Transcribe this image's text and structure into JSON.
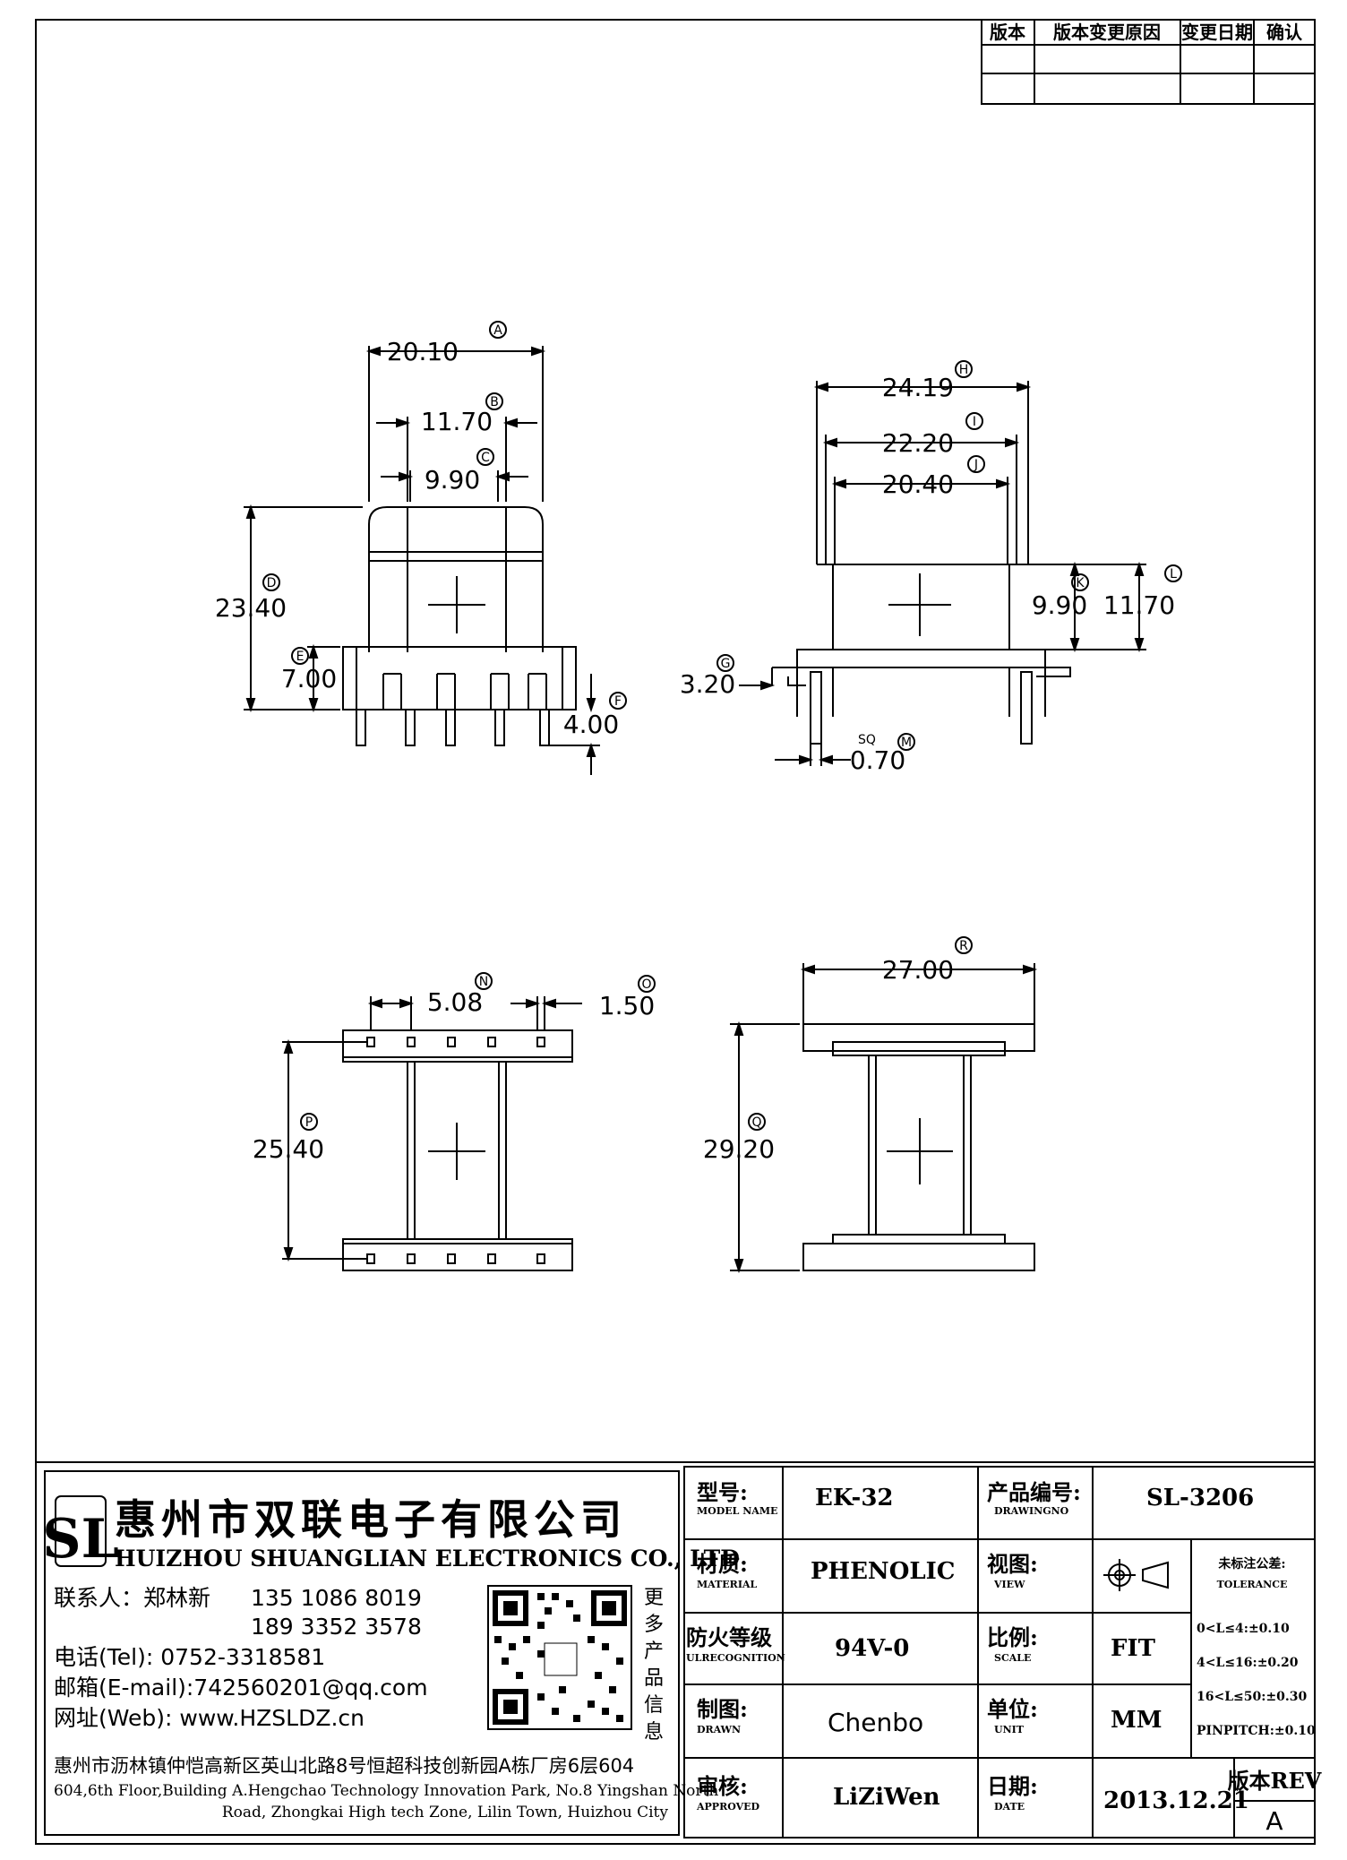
{
  "revision_table": {
    "headers": [
      "版本",
      "版本变更原因",
      "变更日期",
      "确认"
    ]
  },
  "dimensions": {
    "A": "20.10",
    "B": "11.70",
    "C": "9.90",
    "D": "23.40",
    "E": "7.00",
    "F": "4.00",
    "H": "24.19",
    "I": "22.20",
    "J": "20.40",
    "K": "9.90",
    "L": "11.70",
    "G": "3.20",
    "M": "0.70",
    "sq": "SQ",
    "N": "5.08",
    "O": "1.50",
    "P": "25.40",
    "R": "27.00",
    "Q": "29.20"
  },
  "tags": [
    "A",
    "B",
    "C",
    "D",
    "E",
    "F",
    "G",
    "H",
    "I",
    "J",
    "K",
    "L",
    "M",
    "N",
    "O",
    "P",
    "Q",
    "R"
  ],
  "company": {
    "logo": "SL",
    "name_cn": "惠州市双联电子有限公司",
    "name_en": "HUIZHOU SHUANGLIAN ELECTRONICS CO., LTD",
    "contact_label": "联系人：郑林新",
    "phone1": "135 1086 8019",
    "phone2": "189 3352 3578",
    "tel": "电话(Tel): 0752-3318581",
    "email": "邮箱(E-mail):742560201@qq.com",
    "web": "网址(Web): www.HZSLDZ.cn",
    "more_info": [
      "更",
      "多",
      "产",
      "品",
      "信",
      "息"
    ],
    "address_cn": "惠州市沥林镇仲恺高新区英山北路8号恒超科技创新园A栋厂房6层604",
    "address_en_1": "604,6th Floor,Building A.Hengchao Technology Innovation Park, No.8 Yingshan North",
    "address_en_2": "Road, Zhongkai High tech Zone, Lilin Town, Huizhou City"
  },
  "title_block": {
    "model_label": "型号:",
    "model_sub": "MODEL NAME",
    "model_value": "EK-32",
    "product_label": "产品编号:",
    "product_sub": "DRAWINGNO",
    "product_value": "SL-3206",
    "material_label": "材质:",
    "material_sub": "MATERIAL",
    "material_value": "PHENOLIC",
    "view_label": "视图:",
    "view_sub": "VIEW",
    "tolerance_label": "未标注公差:",
    "tolerance_sub": "TOLERANCE",
    "fire_label": "防火等级",
    "fire_sub": "ULRECOGNITION",
    "fire_value": "94V-0",
    "scale_label": "比例:",
    "scale_sub": "SCALE",
    "scale_value": "FIT",
    "tol1": "0<L≤4:±0.10",
    "tol2": "4<L≤16:±0.20",
    "tol3": "16<L≤50:±0.30",
    "tol4": "PINPITCH:±0.10",
    "drawn_label": "制图:",
    "drawn_sub": "DRAWN",
    "drawn_value": "Chenbo",
    "unit_label": "单位:",
    "unit_sub": "UNIT",
    "unit_value": "MM",
    "approved_label": "审核:",
    "approved_sub": "APPROVED",
    "approved_value": "LiZiWen",
    "date_label": "日期:",
    "date_sub": "DATE",
    "date_value": "2013.12.21",
    "rev_label": "版本REV",
    "rev_value": "A"
  }
}
